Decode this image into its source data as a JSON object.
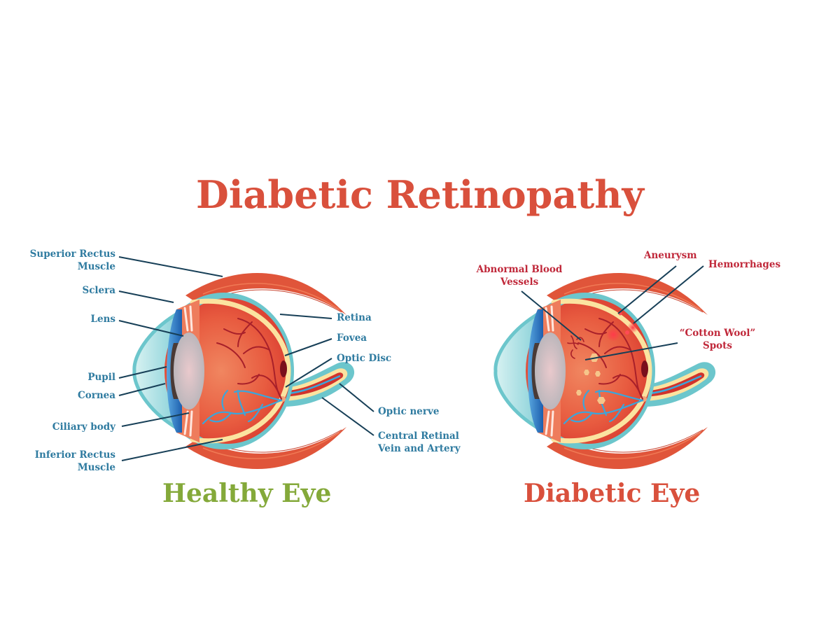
{
  "title": "Diabetic Retinopathy",
  "healthy_eye": {
    "caption": "Healthy Eye",
    "caption_color": "#84a93a",
    "labels": [
      {
        "id": "superior-rectus-muscle",
        "line1": "Superior Rectus",
        "line2": "Muscle"
      },
      {
        "id": "sclera",
        "line1": "Sclera"
      },
      {
        "id": "lens",
        "line1": "Lens"
      },
      {
        "id": "pupil",
        "line1": "Pupil"
      },
      {
        "id": "cornea",
        "line1": "Cornea"
      },
      {
        "id": "ciliary-body",
        "line1": "Ciliary body"
      },
      {
        "id": "inferior-rectus-muscle",
        "line1": "Inferior Rectus",
        "line2": "Muscle"
      },
      {
        "id": "retina",
        "line1": "Retina"
      },
      {
        "id": "fovea",
        "line1": "Fovea"
      },
      {
        "id": "optic-disc",
        "line1": "Optic Disc"
      },
      {
        "id": "optic-nerve",
        "line1": "Optic nerve"
      },
      {
        "id": "central-retinal-vein-artery",
        "line1": "Central Retinal",
        "line2": "Vein and Artery"
      }
    ]
  },
  "diabetic_eye": {
    "caption": "Diabetic Eye",
    "caption_color": "#d9503c",
    "labels": [
      {
        "id": "abnormal-blood-vessels",
        "line1": "Abnormal Blood",
        "line2": "Vessels"
      },
      {
        "id": "aneurysm",
        "line1": "Aneurysm"
      },
      {
        "id": "hemorrhages",
        "line1": "Hemorrhages"
      },
      {
        "id": "cotton-wool-spots",
        "line1": "“Cotton Wool”",
        "line2": "Spots"
      }
    ]
  },
  "colors": {
    "title": "#d9503c",
    "label_blue": "#2f7ba0",
    "label_red": "#c0283a",
    "leader_line": "#173f57",
    "muscle": "#e0553a",
    "sclera": "#6cc6cc",
    "retina_yellow": "#fbe3a0",
    "globe": "#e45a3c",
    "vessel_red": "#a8202a",
    "vessel_blue": "#3aa6dc"
  }
}
